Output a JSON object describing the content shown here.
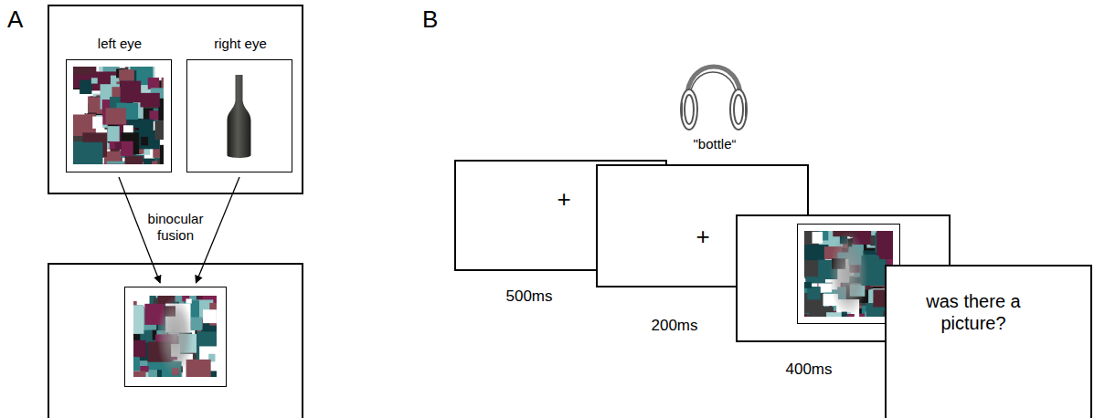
{
  "diagram": {
    "nodes": [
      {
        "text": []
      },
      {
        "text": [
          "left eye"
        ],
        "in": 0
      },
      {
        "text": [
          "right eye"
        ],
        "in": 0
      },
      {
        "text": []
      },
      {
        "text": [],
        "in": 3
      },
      {
        "text": [
          "+",
          "500ms"
        ]
      },
      {
        "text": [
          "+",
          "200ms"
        ]
      },
      {
        "text": [
          "400ms"
        ]
      },
      {
        "text": [
          "was there a picture?"
        ]
      }
    ],
    "edges": [
      {
        "from": 1,
        "to": 4,
        "arrow": "to"
      },
      {
        "from": 2,
        "to": 4,
        "arrow": "to"
      }
    ],
    "labels": [
      "A",
      "binocular fusion",
      "B",
      "\"bottle“"
    ]
  }
}
